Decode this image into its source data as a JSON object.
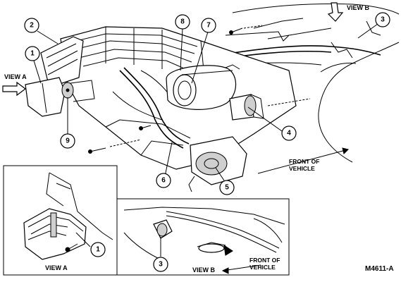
{
  "main_view": {
    "callouts": [
      "1",
      "2",
      "3",
      "4",
      "5",
      "6",
      "7",
      "8",
      "9"
    ],
    "view_a_label": "VIEW A",
    "view_b_label": "VIEW B",
    "front_line1": "FRONT OF",
    "front_line2": "VEHICLE"
  },
  "inset_a": {
    "callout": "1",
    "caption": "VIEW A"
  },
  "inset_b": {
    "callout": "3",
    "caption": "VIEW B",
    "front_line1": "FRONT OF",
    "front_line2": "VEHICLE"
  },
  "figure_id": "M4611-A"
}
